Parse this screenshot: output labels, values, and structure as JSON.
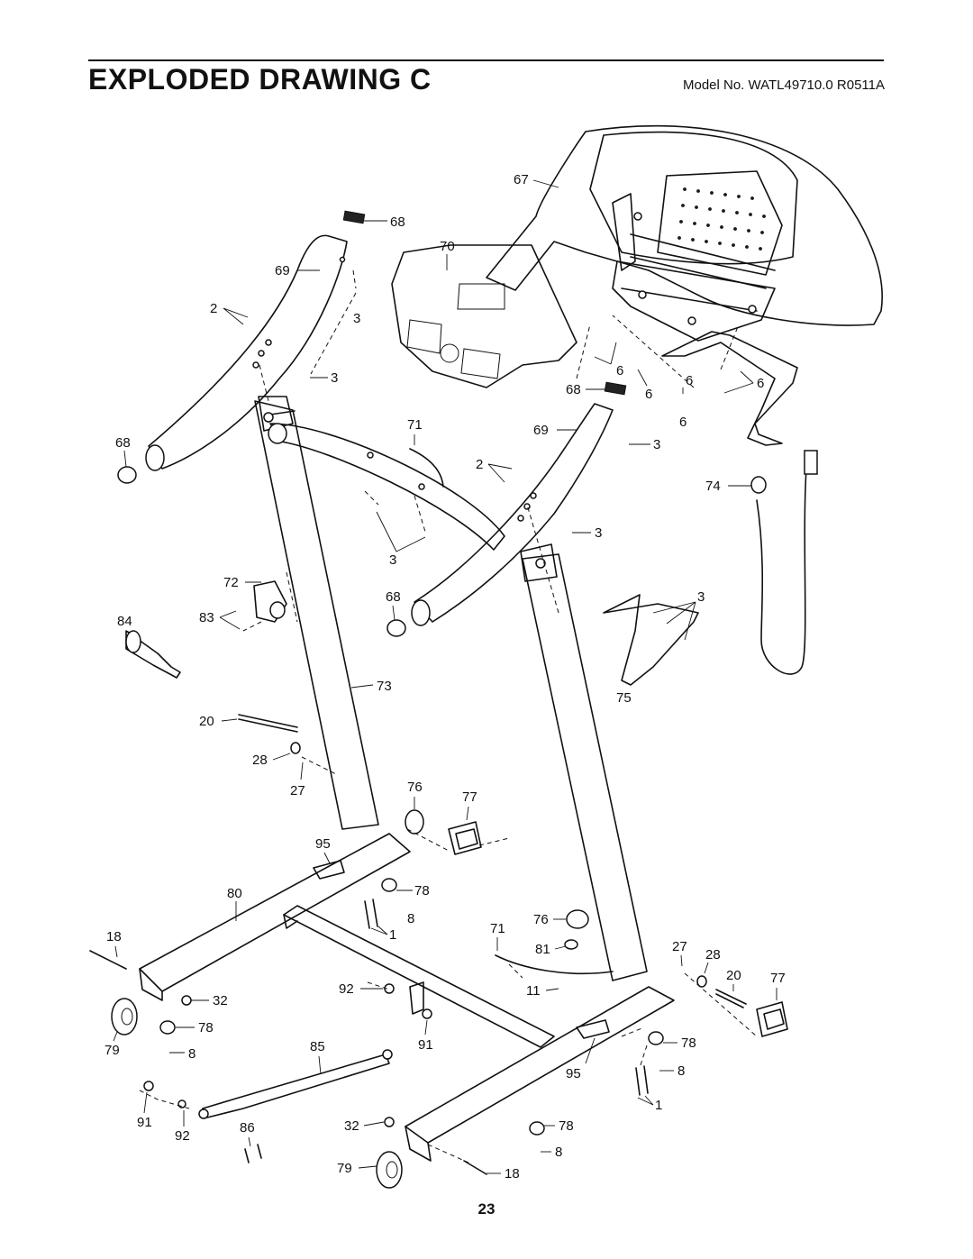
{
  "header": {
    "title": "EXPLODED DRAWING C",
    "model": "Model No. WATL49710.0 R0511A"
  },
  "page_number": "23",
  "callouts": [
    "67",
    "68",
    "70",
    "69",
    "2",
    "3",
    "3",
    "68",
    "71",
    "69",
    "2",
    "3",
    "6",
    "6",
    "6",
    "6",
    "68",
    "6",
    "3",
    "74",
    "72",
    "83",
    "84",
    "3",
    "3",
    "68",
    "73",
    "75",
    "20",
    "28",
    "27",
    "76",
    "77",
    "95",
    "80",
    "78",
    "8",
    "1",
    "18",
    "76",
    "71",
    "81",
    "27",
    "28",
    "20",
    "77",
    "92",
    "11",
    "32",
    "78",
    "79",
    "8",
    "85",
    "91",
    "78",
    "95",
    "8",
    "1",
    "91",
    "92",
    "86",
    "32",
    "78",
    "8",
    "79",
    "18"
  ]
}
